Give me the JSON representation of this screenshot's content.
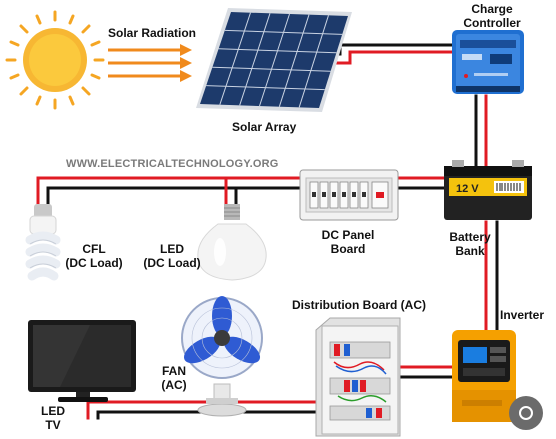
{
  "watermark": "WWW.ELECTRICALTECHNOLOGY.ORG",
  "labels": {
    "solar_radiation": "Solar Radiation",
    "solar_array": "Solar Array",
    "charge_controller_1": "Charge",
    "charge_controller_2": "Controller",
    "battery_1": "Battery",
    "battery_2": "Bank",
    "battery_voltage": "12 V",
    "dc_panel_1": "DC Panel",
    "dc_panel_2": "Board",
    "cfl_1": "CFL",
    "cfl_2": "(DC Load)",
    "led_1": "LED",
    "led_2": "(DC Load)",
    "distribution_board": "Distribution Board (AC)",
    "inverter": "Inverter",
    "fan_1": "FAN",
    "fan_2": "(AC)",
    "tv_1": "LED",
    "tv_2": "TV"
  },
  "colors": {
    "wire_positive": "#e01b24",
    "wire_negative": "#111111",
    "sun": "#f5a623",
    "arrows": "#f08a1c",
    "panel": "#1d3a6b",
    "controller": "#1f6fd1",
    "battery": "#222222",
    "battery_top": "#f4c20d",
    "inverter": "#f5a000",
    "fan": "#2f5bd3",
    "tv": "#1a1a1a"
  }
}
